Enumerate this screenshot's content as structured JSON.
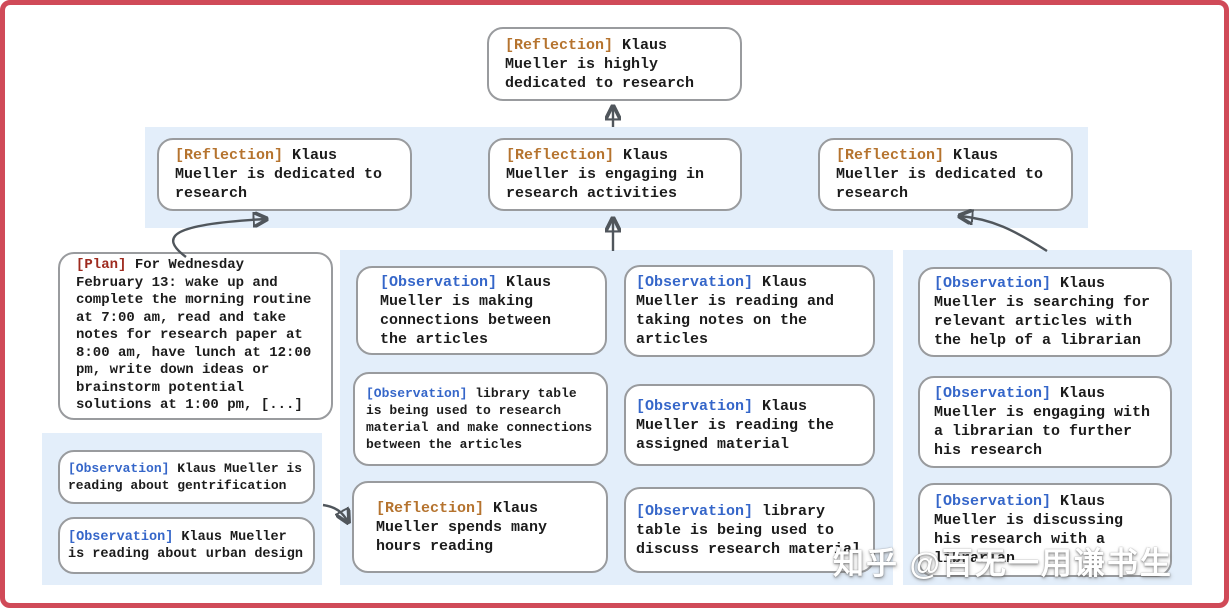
{
  "watermark": "知乎 @百无一用谦书生",
  "colors": {
    "frame_border": "#d04a58",
    "band_background": "#e3eefa",
    "node_border": "#999b9e",
    "node_background": "#ffffff",
    "reflection_tag": "#b5732e",
    "observation_tag": "#3566c9",
    "plan_tag": "#9e2a1e",
    "body_text": "#1c1c1c",
    "arrow": "#50565c"
  },
  "nodes": {
    "top_reflection": {
      "tag": "[Reflection]",
      "text": "Klaus Mueller is highly dedicated to research"
    },
    "reflection_left": {
      "tag": "[Reflection]",
      "text": "Klaus Mueller is dedicated to research"
    },
    "reflection_mid": {
      "tag": "[Reflection]",
      "text": "Klaus Mueller is engaging in research activities"
    },
    "reflection_right": {
      "tag": "[Reflection]",
      "text": "Klaus Mueller is dedicated to research"
    },
    "plan": {
      "tag": "[Plan]",
      "text": "For Wednesday February 13: wake up and complete the morning routine at 7:00 am, read and take notes for research paper at 8:00 am, have lunch at 12:00 pm, write down ideas or brainstorm potential solutions at 1:00 pm, [...]"
    },
    "obs_gentrification": {
      "tag": "[Observation]",
      "text": "Klaus Mueller is reading about gentrification"
    },
    "obs_urban_design": {
      "tag": "[Observation]",
      "text": "Klaus Mueller is reading about urban design"
    },
    "obs_connections": {
      "tag": "[Observation]",
      "text": "Klaus Mueller is making connections between the articles"
    },
    "obs_library_research": {
      "tag": "[Observation]",
      "text": "library table is being used to research material and make connections between the articles"
    },
    "reflection_hours": {
      "tag": "[Reflection]",
      "text": "Klaus Mueller spends many hours reading"
    },
    "obs_taking_notes": {
      "tag": "[Observation]",
      "text": "Klaus Mueller is reading and taking notes on the articles"
    },
    "obs_assigned": {
      "tag": "[Observation]",
      "text": "Klaus Mueller is reading the assigned material"
    },
    "obs_library_discuss": {
      "tag": "[Observation]",
      "text": "library table is being used to discuss research material"
    },
    "obs_searching": {
      "tag": "[Observation]",
      "text": "Klaus Mueller is searching for relevant articles with the help of a librarian"
    },
    "obs_engaging_librarian": {
      "tag": "[Observation]",
      "text": "Klaus Mueller is engaging with a librarian to further his research"
    },
    "obs_discussing": {
      "tag": "[Observation]",
      "text": "Klaus Mueller is discussing his research with a librarian"
    }
  }
}
